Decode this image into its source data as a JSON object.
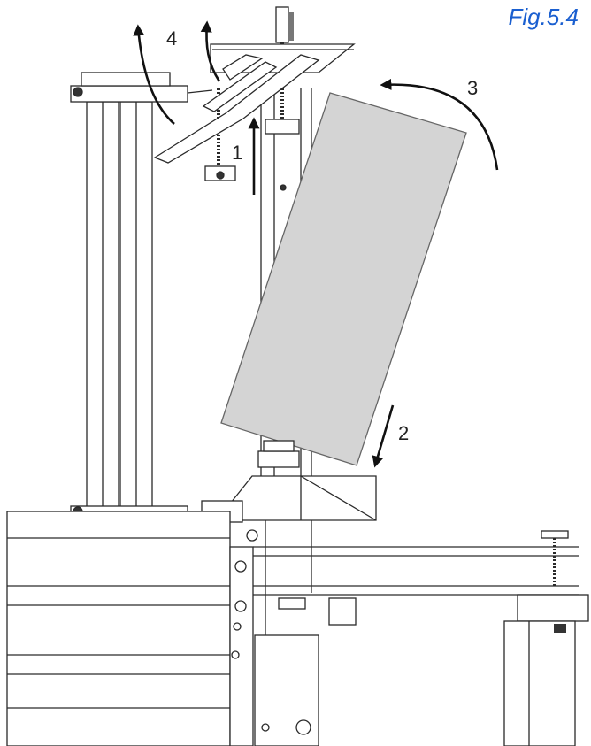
{
  "figure": {
    "title": "Fig.5.4",
    "title_color": "#1a5fd0",
    "callouts": [
      "1",
      "2",
      "3",
      "4"
    ],
    "panel_color": "#d4d4d4",
    "line_color": "#2a2a2a"
  }
}
